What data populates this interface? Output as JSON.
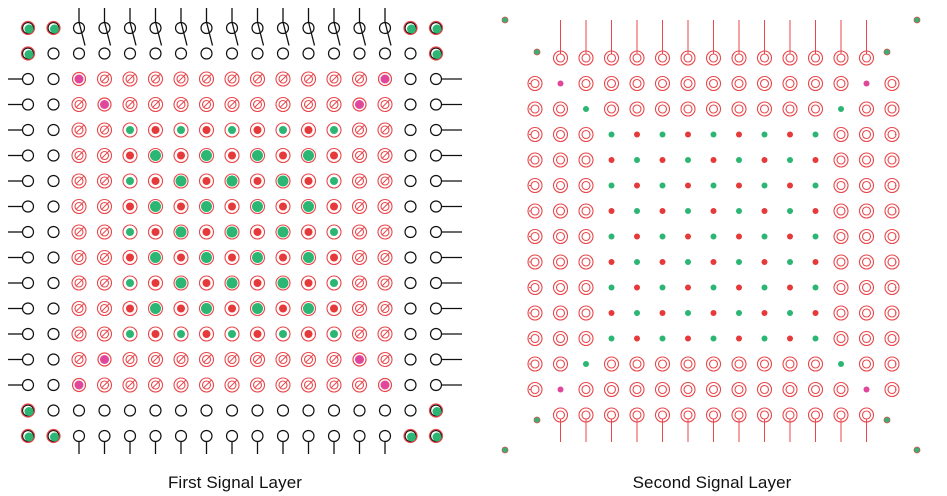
{
  "layers": [
    {
      "id": "first",
      "title": "First Signal Layer"
    },
    {
      "id": "second",
      "title": "Second Signal Layer"
    }
  ],
  "colors": {
    "trace_black": "#111111",
    "trace_red": "#e8474b",
    "ring_red": "#e8474b",
    "via_green": "#2bb673",
    "via_magenta": "#e0469a",
    "via_red": "#e63a3a",
    "background": "#ffffff"
  }
}
